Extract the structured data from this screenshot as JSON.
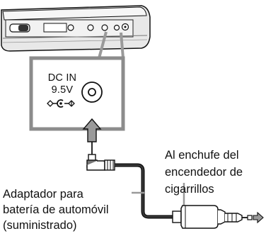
{
  "port_panel": {
    "dc_in": "DC IN",
    "voltage": "9.5V"
  },
  "callouts": {
    "car_lighter": [
      "Al enchufe del",
      "encendedor de",
      "cigarrillos"
    ],
    "adapter": [
      "Adaptador para",
      "batería de automóvil",
      "(suministrado)"
    ]
  }
}
